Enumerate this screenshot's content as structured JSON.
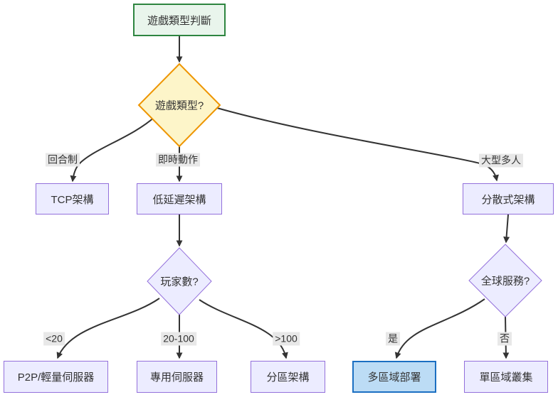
{
  "nodes": {
    "start": {
      "label": "遊戲類型判斷"
    },
    "game_type": {
      "label": "遊戲類型?"
    },
    "tcp": {
      "label": "TCP架構"
    },
    "low_latency": {
      "label": "低延遲架構"
    },
    "distributed": {
      "label": "分散式架構"
    },
    "player_count": {
      "label": "玩家數?"
    },
    "global_service": {
      "label": "全球服務?"
    },
    "p2p": {
      "label": "P2P/輕量伺服器"
    },
    "dedicated": {
      "label": "專用伺服器"
    },
    "partition": {
      "label": "分區架構"
    },
    "multi_region": {
      "label": "多區域部署"
    },
    "single_region": {
      "label": "單區域叢集"
    }
  },
  "edge_labels": {
    "turn_based": "回合制",
    "realtime": "即時動作",
    "mmo": "大型多人",
    "lt_20": "<20",
    "from_20_to_100": "20-100",
    "gt_100": ">100",
    "yes": "是",
    "no": "否"
  },
  "colors": {
    "start_fill": "#E9F5EC",
    "start_stroke": "#2E8540",
    "decision_fill": "#FDF5C9",
    "decision_stroke": "#EE9500",
    "node_fill": "#ECECFF",
    "node_stroke": "#9370DB",
    "highlight_fill": "#BCDCF5",
    "highlight_stroke": "#1B6FC2",
    "edge_color": "#333333",
    "label_bg": "#E8E8E8",
    "text_color": "#333333"
  }
}
